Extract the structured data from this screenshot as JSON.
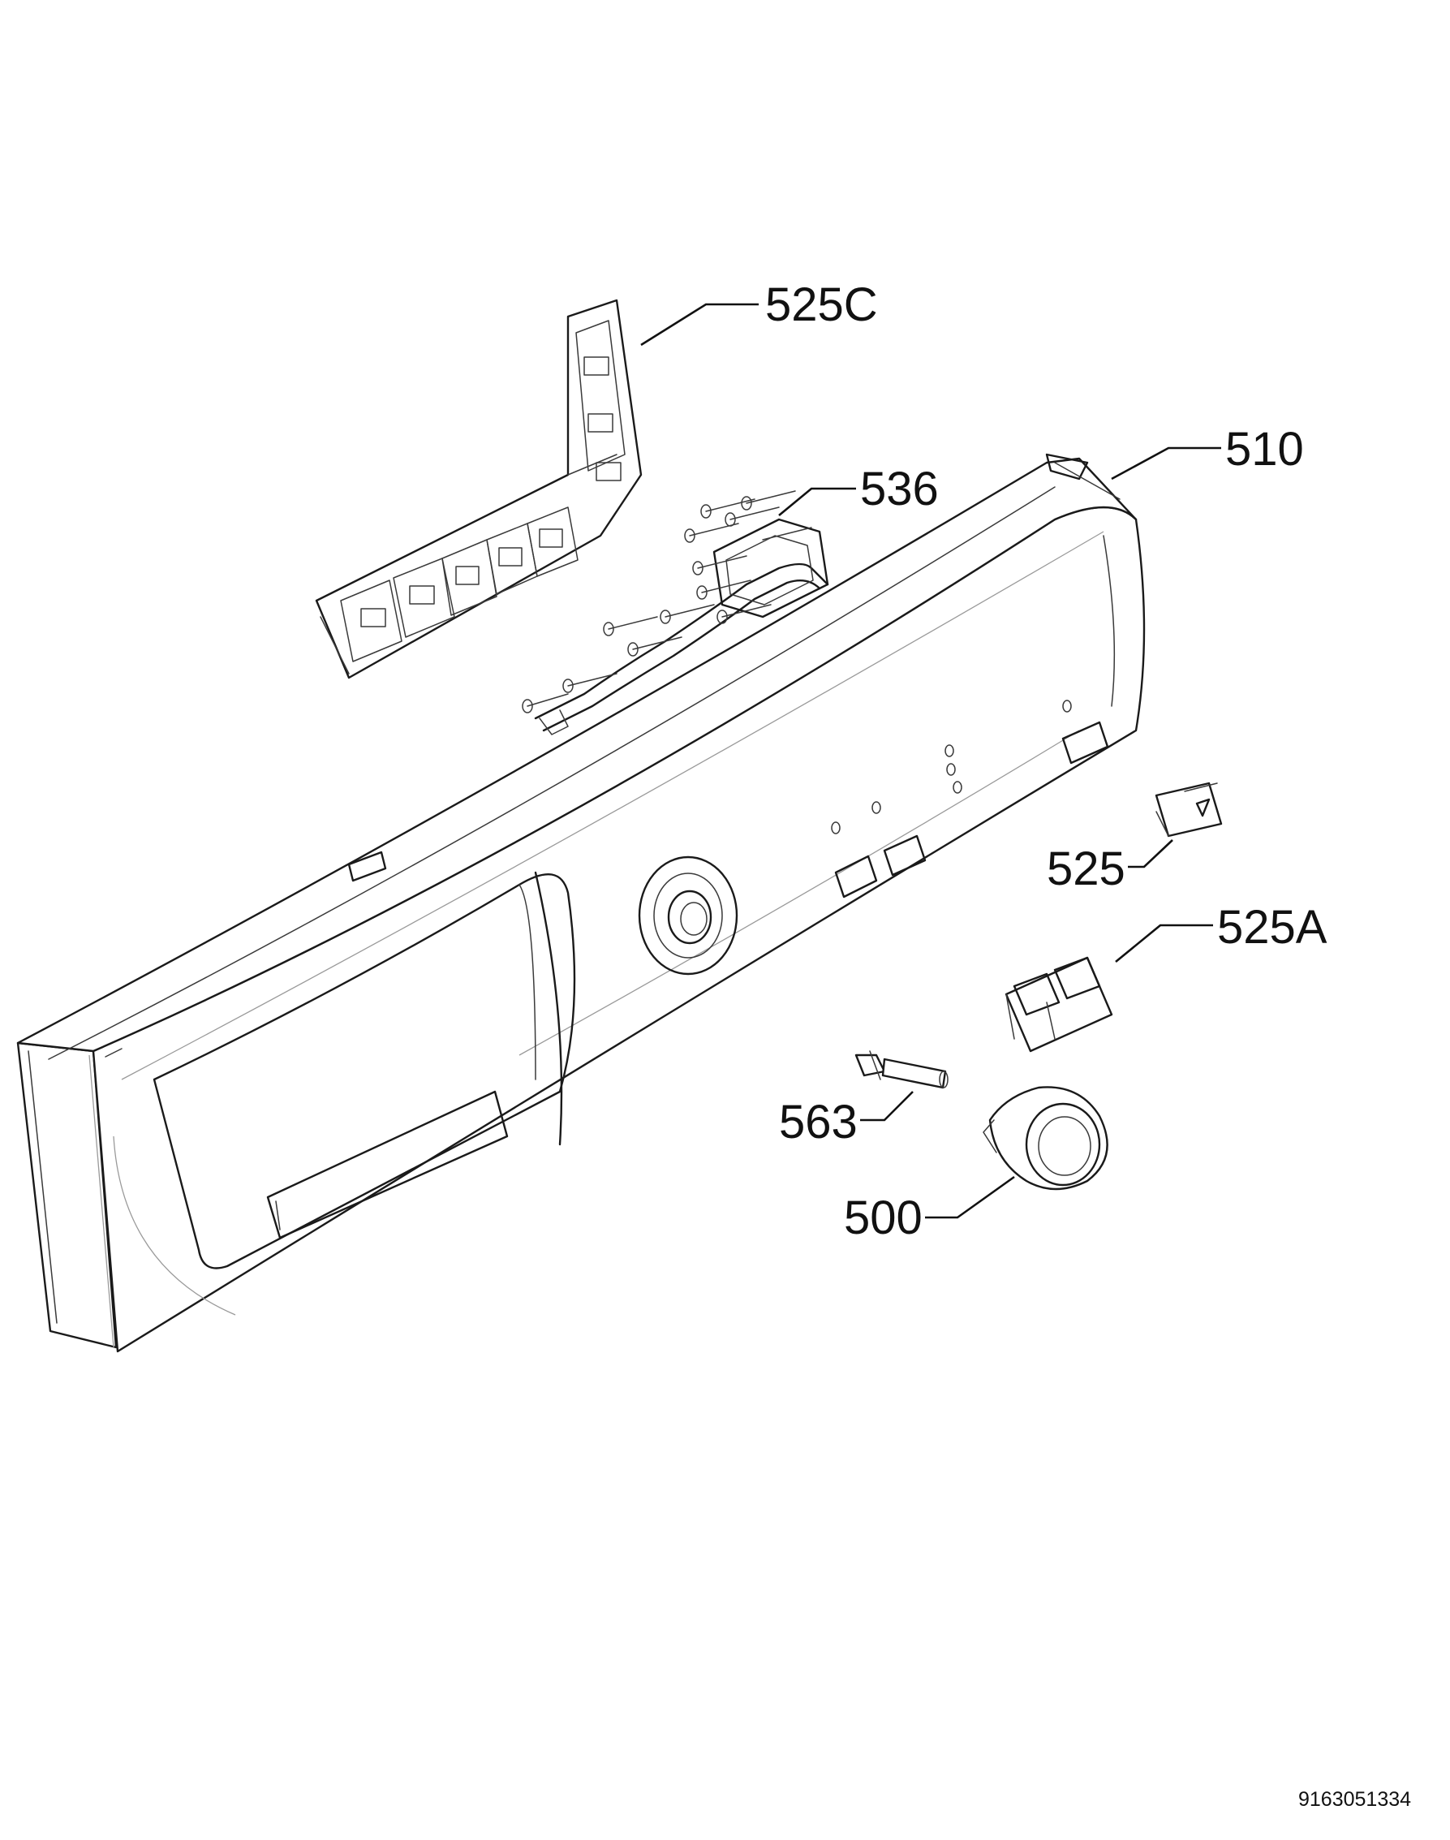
{
  "diagram": {
    "parts": [
      {
        "id": "label-525c",
        "text": "525C"
      },
      {
        "id": "label-510",
        "text": "510"
      },
      {
        "id": "label-536",
        "text": "536"
      },
      {
        "id": "label-525",
        "text": "525"
      },
      {
        "id": "label-525a",
        "text": "525A"
      },
      {
        "id": "label-563",
        "text": "563"
      },
      {
        "id": "label-500",
        "text": "500"
      }
    ],
    "document_number": "9163051334"
  }
}
